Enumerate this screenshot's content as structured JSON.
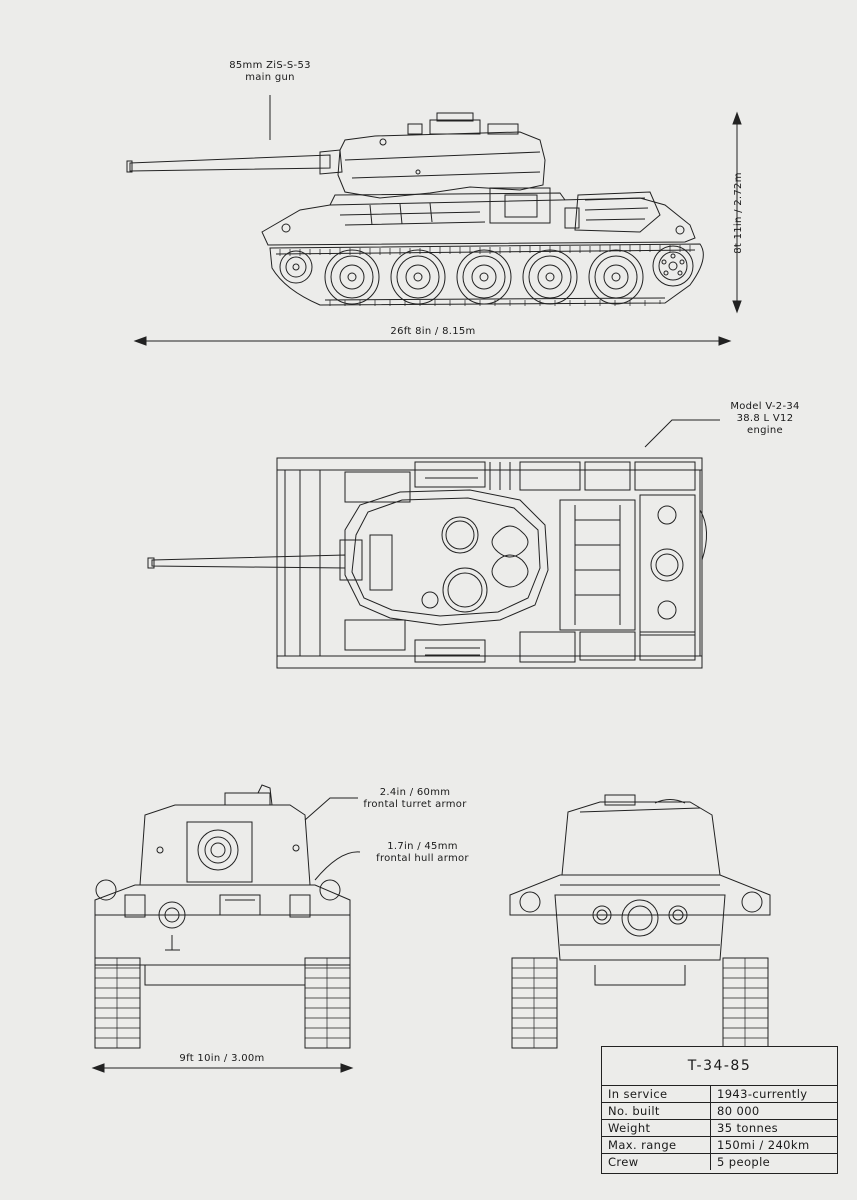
{
  "side_view": {
    "gun_label_1": "85mm ZiS-S-53",
    "gun_label_2": "main gun",
    "height_label": "8t 11in / 2.72m",
    "length_label": "26ft 8in / 8.15m"
  },
  "top_view": {
    "engine_label_1": "Model V-2-34",
    "engine_label_2": "38.8 L V12",
    "engine_label_3": "engine"
  },
  "front_view": {
    "turret_armor_1": "2.4in / 60mm",
    "turret_armor_2": "frontal turret armor",
    "hull_armor_1": "1.7in / 45mm",
    "hull_armor_2": "frontal hull armor",
    "width_label": "9ft 10in / 3.00m"
  },
  "spec_table": {
    "title": "T-34-85",
    "rows": [
      {
        "key": "In service",
        "value": "1943-currently"
      },
      {
        "key": "No. built",
        "value": "80 000"
      },
      {
        "key": "Weight",
        "value": "35 tonnes"
      },
      {
        "key": "Max. range",
        "value": "150mi / 240km"
      },
      {
        "key": "Crew",
        "value": "5 people"
      }
    ]
  },
  "colors": {
    "background": "#ececea",
    "ink": "#1a1a1a"
  }
}
